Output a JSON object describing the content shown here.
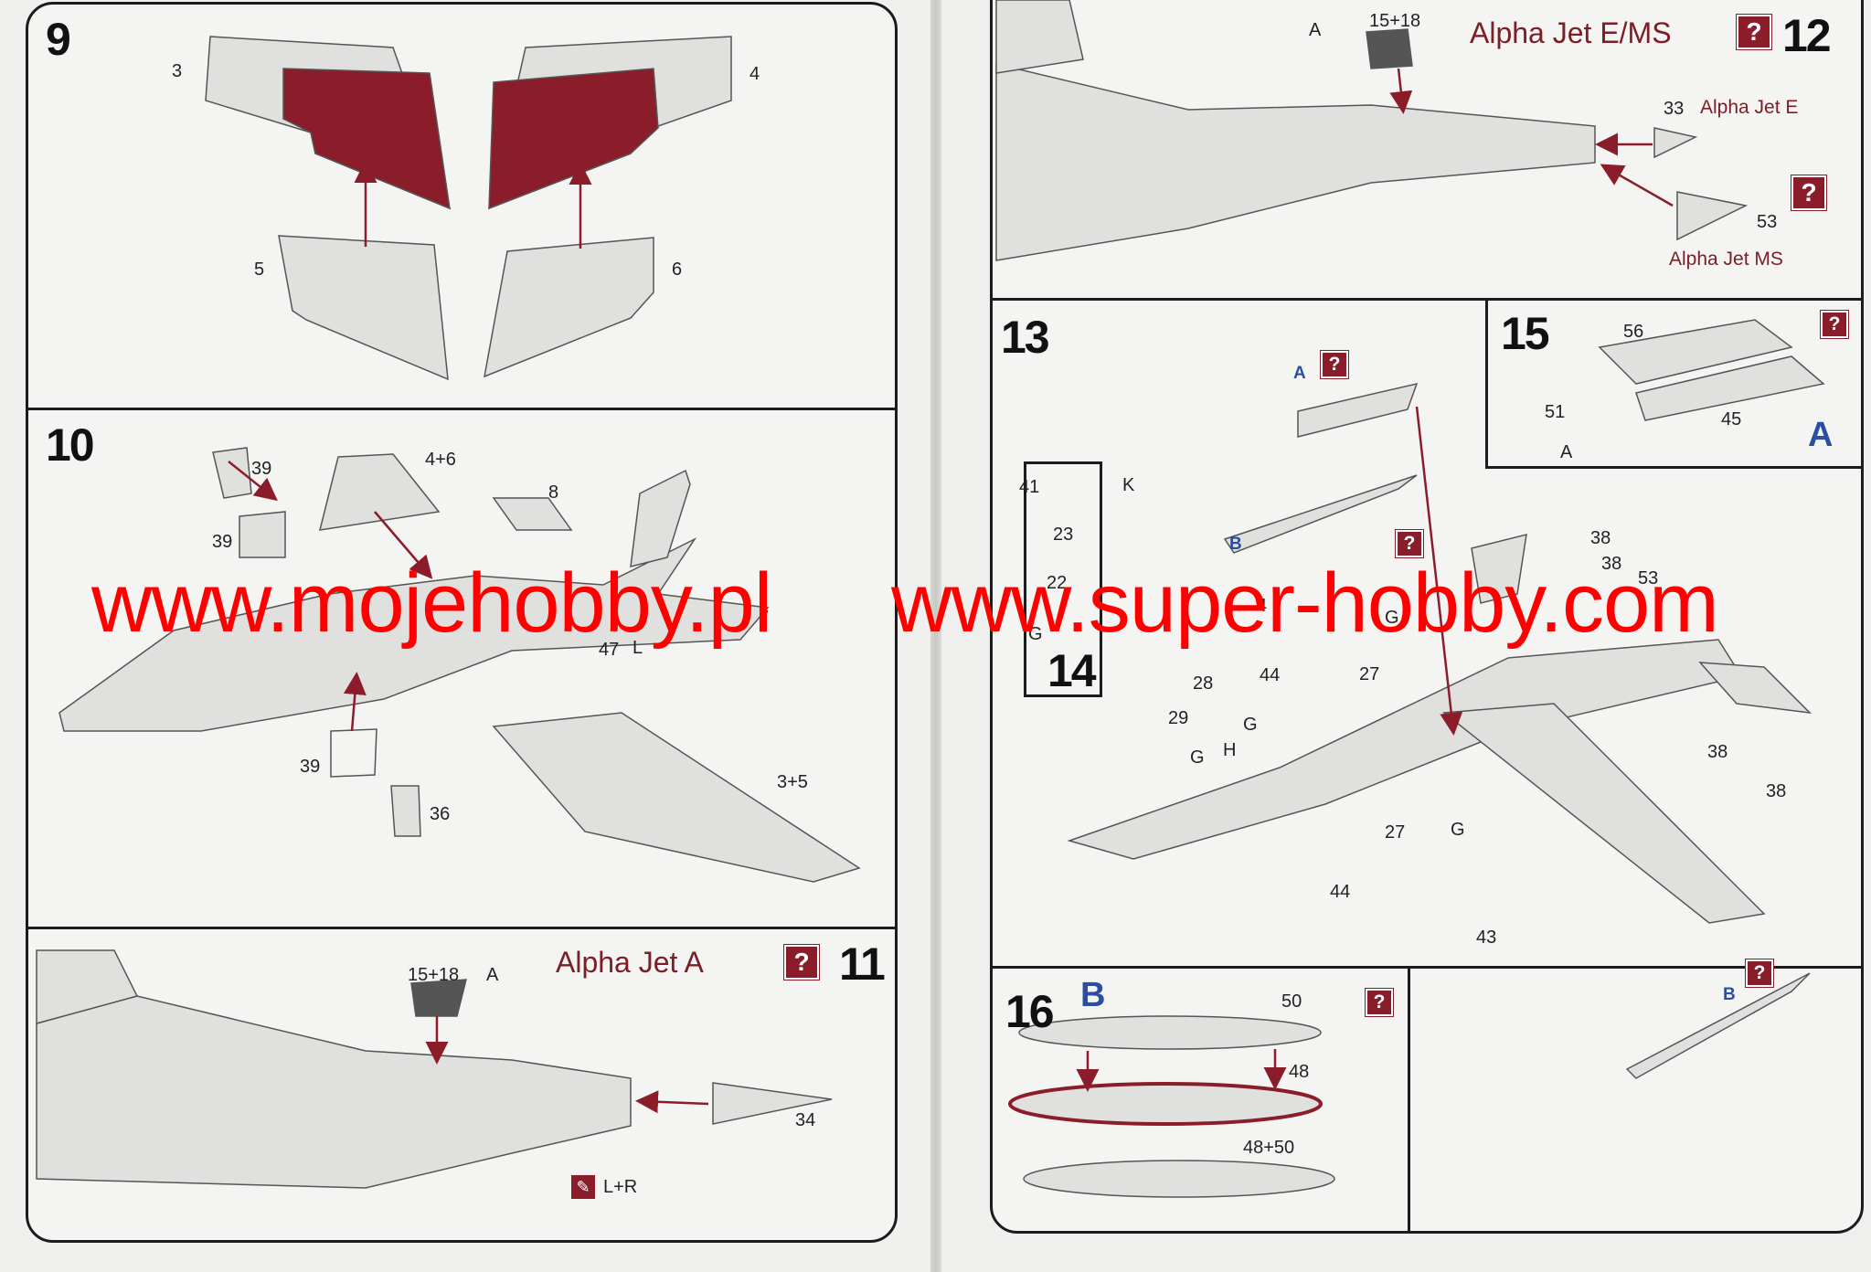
{
  "steps": {
    "s9": {
      "number": "9",
      "labels": {
        "p3": "3",
        "p4": "4",
        "p5": "5",
        "p6": "6"
      }
    },
    "s10": {
      "number": "10",
      "labels": {
        "a": "39",
        "b": "39",
        "c": "4+6",
        "d": "8",
        "e": "39",
        "f": "36",
        "g": "3+5",
        "h": "47",
        "i": "L",
        "j": "7"
      }
    },
    "s11": {
      "number": "11",
      "variant": "Alpha Jet A",
      "labels": {
        "a": "15+18",
        "b": "A",
        "c": "34",
        "d": "L+R"
      }
    },
    "s12": {
      "number": "12",
      "variant": "Alpha Jet E/MS",
      "labels": {
        "a": "A",
        "b": "15+18",
        "c": "33",
        "d": "53"
      },
      "sub_e": "Alpha Jet E",
      "sub_ms": "Alpha Jet MS"
    },
    "s13": {
      "number": "13",
      "labels": {
        "a": "A",
        "b": "B",
        "c": "38",
        "d": "38",
        "e": "53",
        "f": "G",
        "g": "27",
        "h": "44",
        "i": "28",
        "j": "29",
        "k": "G",
        "l": "G",
        "m": "H",
        "n": "38",
        "o": "38",
        "p": "27",
        "q": "G",
        "r": "44",
        "s": "43",
        "t": "B",
        "u": "4"
      }
    },
    "s14": {
      "number": "14",
      "labels": {
        "a": "41",
        "b": "K",
        "c": "23",
        "d": "22",
        "e": "G"
      }
    },
    "s15": {
      "number": "15",
      "letter": "A",
      "labels": {
        "a": "56",
        "b": "51",
        "c": "A",
        "d": "45"
      }
    },
    "s16": {
      "number": "16",
      "letter": "B",
      "labels": {
        "a": "50",
        "b": "48",
        "c": "48+50"
      }
    }
  },
  "icons": {
    "question": "?",
    "glue": "✎"
  },
  "watermarks": {
    "left": "www.mojehobby.pl",
    "right": "www.super-hobby.com"
  },
  "colors": {
    "accent": "#8b1d2b",
    "letter": "#2b4fa0",
    "watermark": "#ff0000"
  }
}
